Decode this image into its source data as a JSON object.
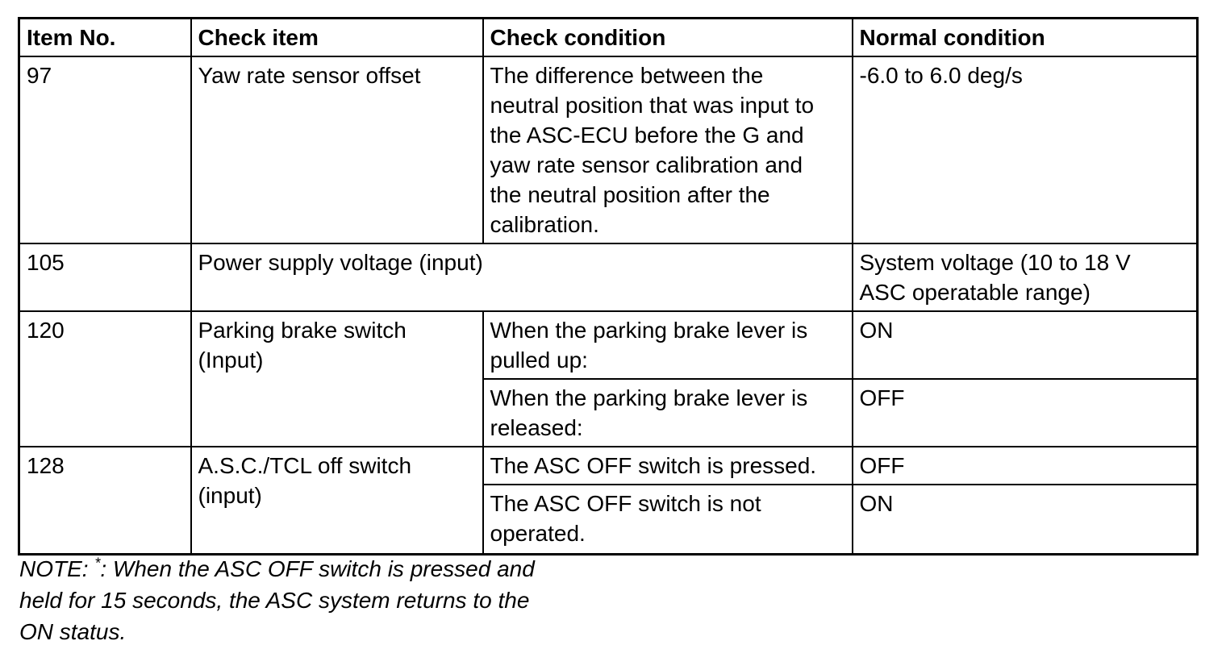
{
  "table": {
    "headers": {
      "item_no": "Item No.",
      "check_item": "Check item",
      "check_condition": "Check condition",
      "normal_condition": "Normal condition"
    },
    "rows": [
      {
        "item_no": "97",
        "check_item": "Yaw rate sensor offset",
        "check_condition": "The difference between the\nneutral position that was input to\nthe ASC-ECU before the G and\nyaw rate sensor calibration and\nthe neutral position after the\ncalibration.",
        "normal_condition": "-6.0 to 6.0 deg/s"
      },
      {
        "item_no": "105",
        "check_item": "Power supply voltage (input)",
        "normal_condition": "System voltage (10 to 18 V\nASC operatable range)"
      },
      {
        "item_no": "120",
        "check_item": "Parking brake switch\n(Input)",
        "conditions": [
          {
            "check_condition": "When the parking brake lever is\npulled up:",
            "normal_condition": "ON"
          },
          {
            "check_condition": "When the parking brake lever is\nreleased:",
            "normal_condition": "OFF"
          }
        ]
      },
      {
        "item_no": "128",
        "check_item": "A.S.C./TCL off switch\n(input)",
        "conditions": [
          {
            "check_condition": "The ASC OFF switch is pressed.",
            "normal_condition": "OFF"
          },
          {
            "check_condition": "The ASC OFF switch is not\noperated.",
            "normal_condition": "ON"
          }
        ]
      }
    ]
  },
  "note": {
    "label": "NOTE: ",
    "asterisk": "*",
    "line1_rest": ": When the ASC OFF switch is pressed and",
    "line2": "held for 15 seconds, the ASC system returns to the",
    "line3": "ON status.",
    "colors": {
      "text": "#000000",
      "border": "#000000",
      "background": "#ffffff"
    }
  }
}
